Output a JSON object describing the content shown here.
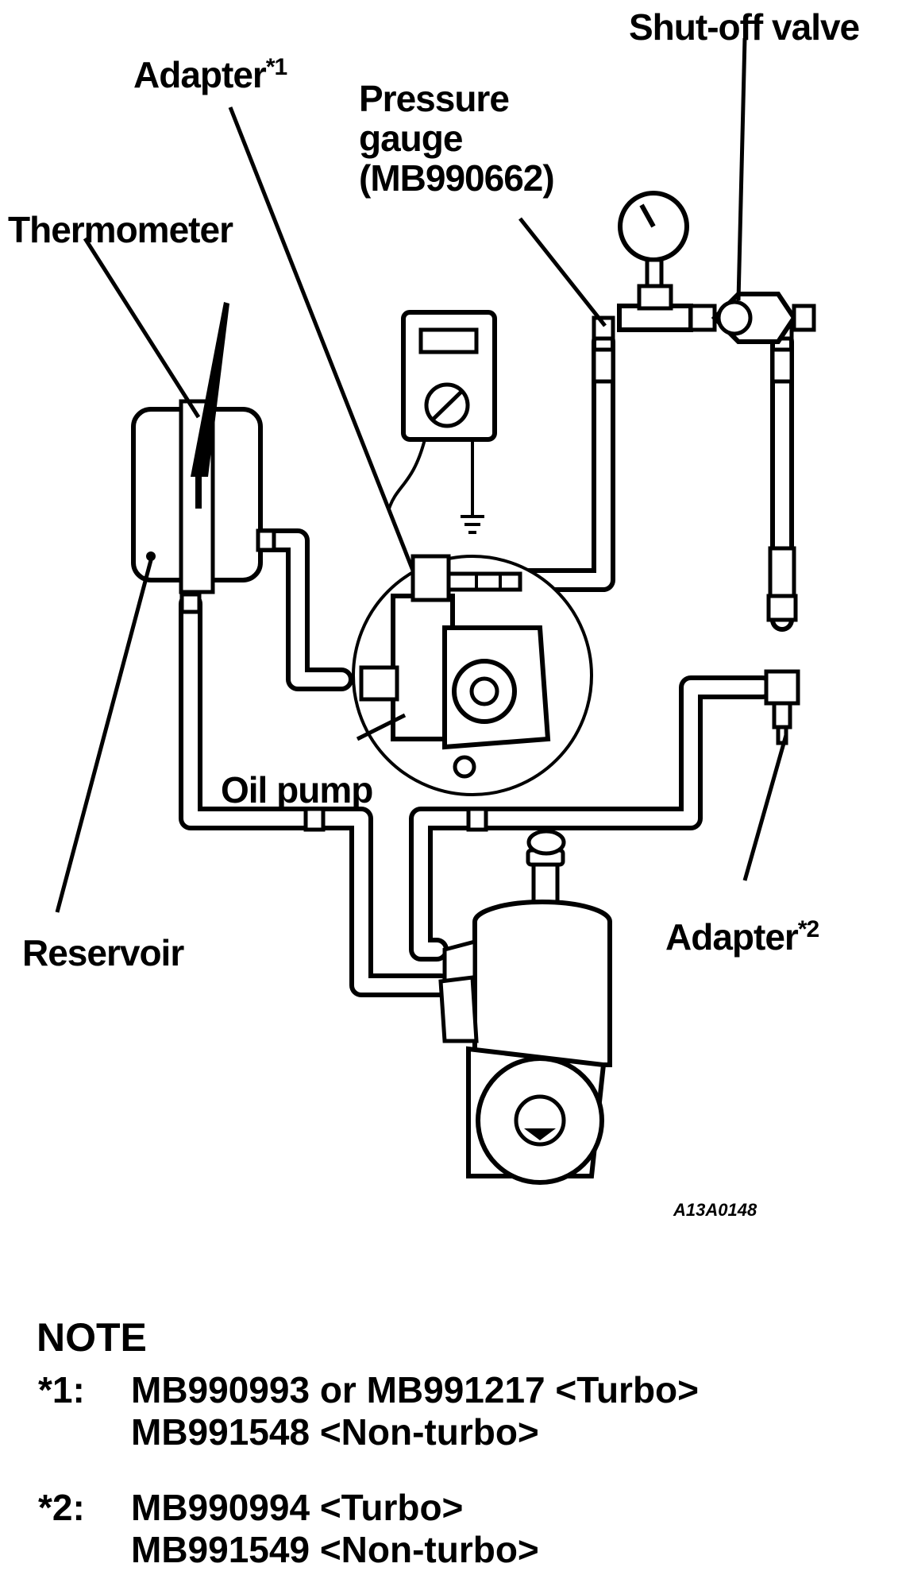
{
  "labels": {
    "shutoff_valve": "Shut-off valve",
    "adapter1": "Adapter",
    "adapter1_sup": "*1",
    "pressure_gauge_line1": "Pressure",
    "pressure_gauge_line2": "gauge",
    "pressure_gauge_line3": "(MB990662)",
    "thermometer": "Thermometer",
    "oil_pump": "Oil pump",
    "reservoir": "Reservoir",
    "adapter2": "Adapter",
    "adapter2_sup": "*2",
    "figure_code": "A13A0148"
  },
  "note": {
    "heading": "NOTE",
    "items": [
      {
        "key": "*1:",
        "line1": "MB990993 or MB991217 <Turbo>",
        "line2": "MB991548 <Non-turbo>"
      },
      {
        "key": "*2:",
        "line1": "MB990994 <Turbo>",
        "line2": "MB991549 <Non-turbo>"
      }
    ]
  }
}
